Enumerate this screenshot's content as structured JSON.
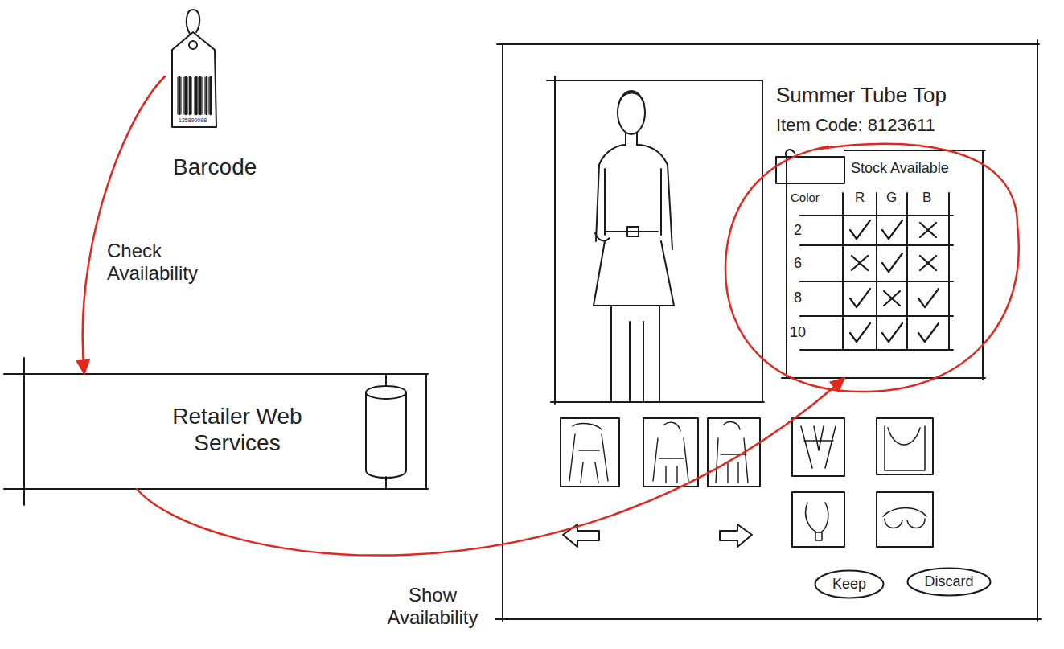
{
  "diagram": {
    "nodes": [
      {
        "text": [
          "125890098",
          "Barcode"
        ]
      },
      {
        "text": [
          "Retailer Web Services"
        ]
      },
      {
        "text": [
          "Summer Tube Top",
          "Item Code: 8123611"
        ]
      },
      {
        "text": [
          "Stock Available"
        ],
        "in": 2
      },
      {
        "text": [
          "Keep"
        ],
        "in": 2
      },
      {
        "text": [
          "Discard"
        ],
        "in": 2
      }
    ],
    "edges": [
      {
        "from": 0,
        "to": 1,
        "arrow": "to",
        "label": "Check Availability"
      },
      {
        "from": 1,
        "to": 3,
        "arrow": "to",
        "label": "Show Availability"
      }
    ],
    "labels": [
      "Color",
      "R",
      "G",
      "B",
      "2",
      "6",
      "8",
      "10"
    ]
  }
}
